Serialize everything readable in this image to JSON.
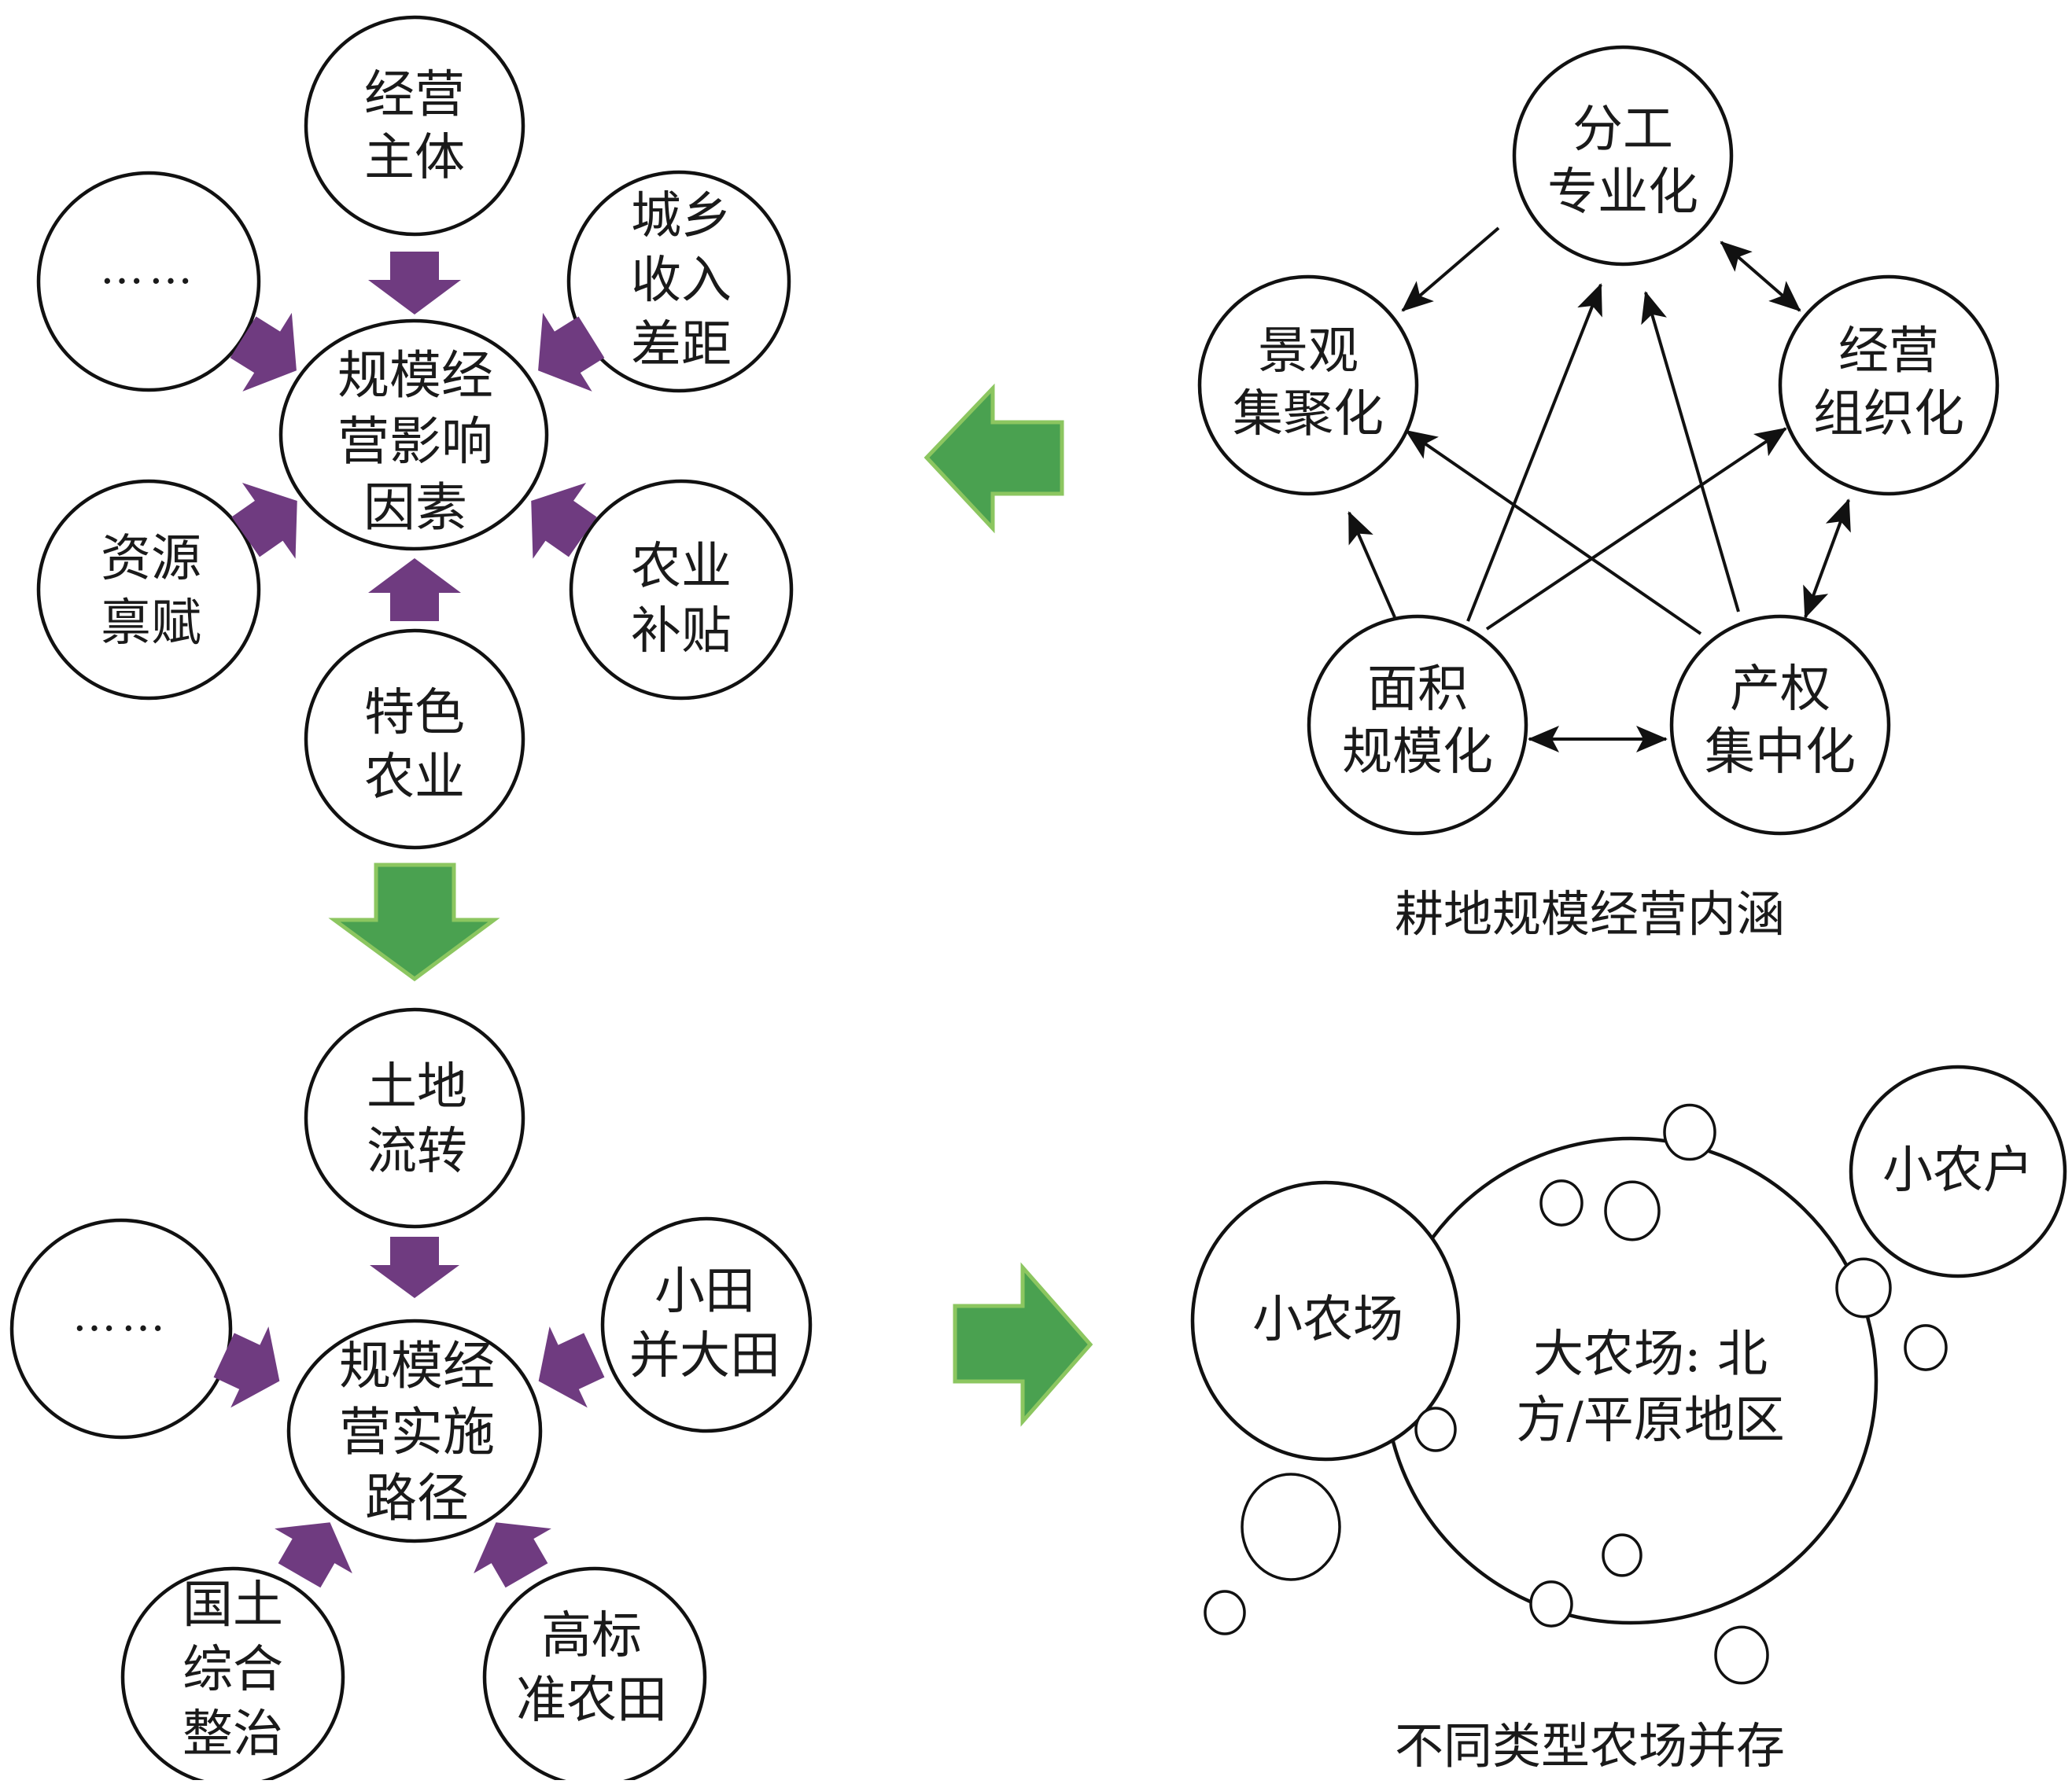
{
  "colors": {
    "purple_arrow": "#6f3b80",
    "green_arrow_fill": "#4aa150",
    "green_arrow_stroke": "#8cc660",
    "outline": "#111111"
  },
  "influence_cluster": {
    "center": [
      "规模经",
      "营影响",
      "因素"
    ],
    "factors": {
      "top": [
        "经营",
        "主体"
      ],
      "upper_left": [
        "……"
      ],
      "upper_right": [
        "城乡",
        "收入",
        "差距"
      ],
      "lower_left": [
        "资源",
        "禀赋"
      ],
      "lower_right": [
        "农业",
        "补贴"
      ],
      "bottom": [
        "特色",
        "农业"
      ]
    }
  },
  "path_cluster": {
    "center": [
      "规模经",
      "营实施",
      "路径"
    ],
    "factors": {
      "top": [
        "土地",
        "流转"
      ],
      "left": [
        "……"
      ],
      "right": [
        "小田",
        "并大田"
      ],
      "lower_left": [
        "国土",
        "综合",
        "整治"
      ],
      "lower_right": [
        "高标",
        "准农田"
      ]
    }
  },
  "connotation": {
    "caption": "耕地规模经营内涵",
    "nodes": {
      "division": [
        "分工",
        "专业化"
      ],
      "landscape": [
        "景观",
        "集聚化"
      ],
      "organization": [
        "经营",
        "组织化"
      ],
      "area": [
        "面积",
        "规模化"
      ],
      "property": [
        "产权",
        "集中化"
      ]
    },
    "links": [
      {
        "from": "division",
        "to": "landscape",
        "direction": "one-way"
      },
      {
        "from": "division",
        "to": "organization",
        "direction": "two-way"
      },
      {
        "from": "area",
        "to": "landscape",
        "direction": "one-way"
      },
      {
        "from": "area",
        "to": "division",
        "direction": "one-way"
      },
      {
        "from": "area",
        "to": "organization",
        "direction": "one-way"
      },
      {
        "from": "property",
        "to": "landscape",
        "direction": "one-way"
      },
      {
        "from": "property",
        "to": "division",
        "direction": "one-way"
      },
      {
        "from": "property",
        "to": "organization",
        "direction": "two-way"
      },
      {
        "from": "area",
        "to": "property",
        "direction": "two-way"
      }
    ]
  },
  "farm_types": {
    "caption": "不同类型农场并存",
    "small_farm": [
      "小农场"
    ],
    "large_farm": [
      "大农场: 北",
      "方/平原地区"
    ],
    "smallholder": [
      "小农户"
    ]
  },
  "flow_arrows": {
    "connotation_to_influence": "left",
    "influence_to_path": "down",
    "path_to_farm_types": "right"
  }
}
